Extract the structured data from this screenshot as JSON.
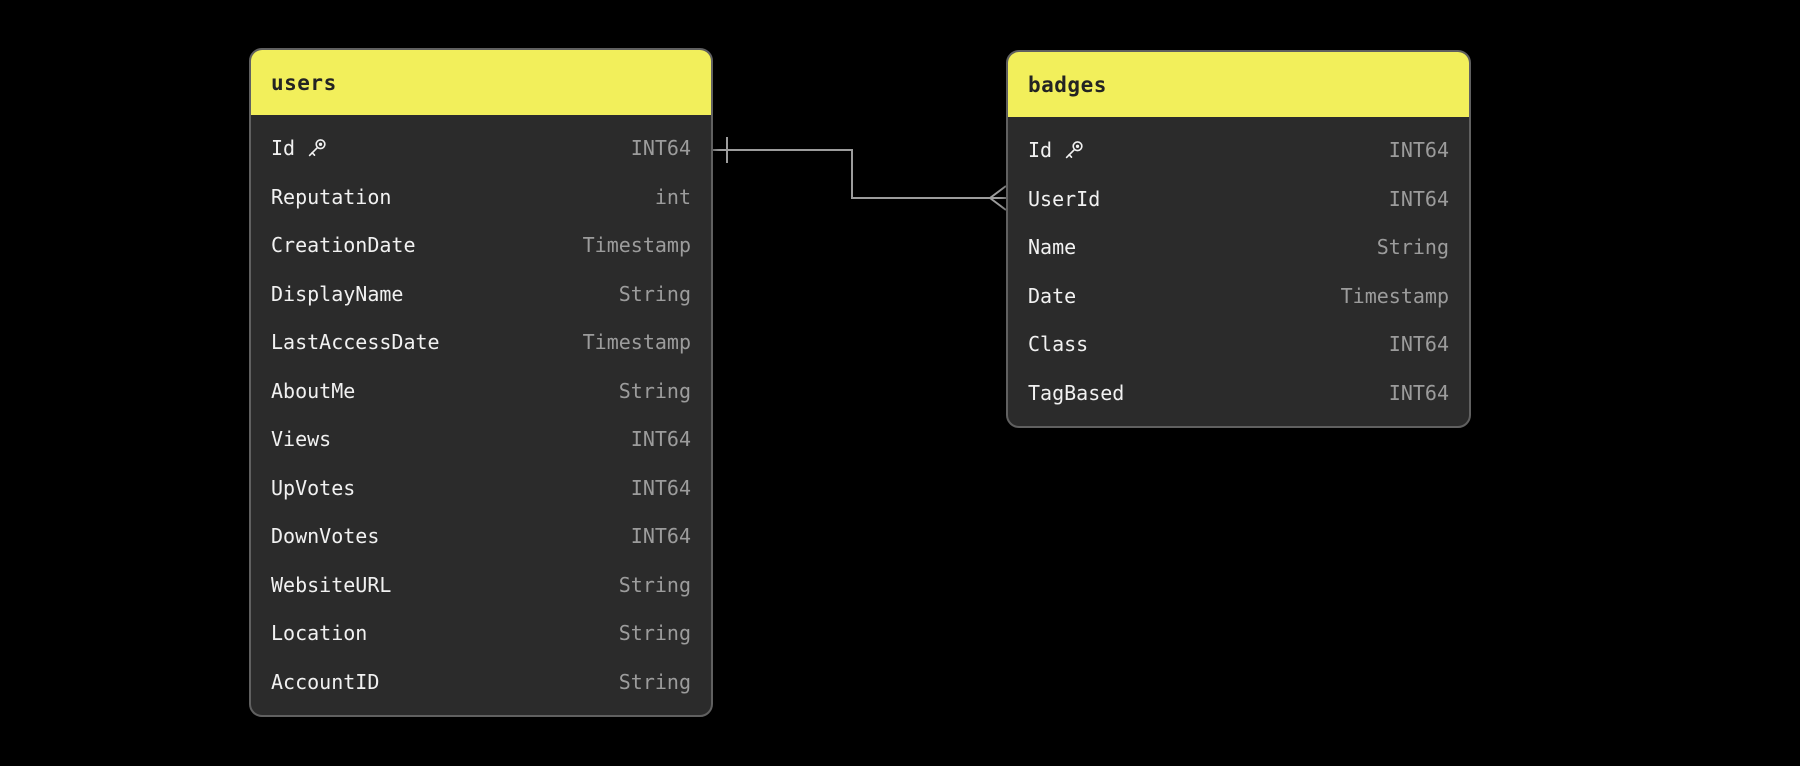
{
  "diagram": {
    "background_color": "#000000",
    "accent_color": "#f2ef5b",
    "table_body_color": "#2b2b2b",
    "line_color": "#9c9c9c",
    "tables": [
      {
        "name": "users",
        "fields": [
          {
            "name": "Id",
            "type": "INT64",
            "primary_key": true,
            "icon": "key-icon"
          },
          {
            "name": "Reputation",
            "type": "int",
            "primary_key": false
          },
          {
            "name": "CreationDate",
            "type": "Timestamp",
            "primary_key": false
          },
          {
            "name": "DisplayName",
            "type": "String",
            "primary_key": false
          },
          {
            "name": "LastAccessDate",
            "type": "Timestamp",
            "primary_key": false
          },
          {
            "name": "AboutMe",
            "type": "String",
            "primary_key": false
          },
          {
            "name": "Views",
            "type": "INT64",
            "primary_key": false
          },
          {
            "name": "UpVotes",
            "type": "INT64",
            "primary_key": false
          },
          {
            "name": "DownVotes",
            "type": "INT64",
            "primary_key": false
          },
          {
            "name": "WebsiteURL",
            "type": "String",
            "primary_key": false
          },
          {
            "name": "Location",
            "type": "String",
            "primary_key": false
          },
          {
            "name": "AccountID",
            "type": "String",
            "primary_key": false
          }
        ]
      },
      {
        "name": "badges",
        "fields": [
          {
            "name": "Id",
            "type": "INT64",
            "primary_key": true,
            "icon": "key-icon"
          },
          {
            "name": "UserId",
            "type": "INT64",
            "primary_key": false
          },
          {
            "name": "Name",
            "type": "String",
            "primary_key": false
          },
          {
            "name": "Date",
            "type": "Timestamp",
            "primary_key": false
          },
          {
            "name": "Class",
            "type": "INT64",
            "primary_key": false
          },
          {
            "name": "TagBased",
            "type": "INT64",
            "primary_key": false
          }
        ]
      }
    ],
    "relationships": [
      {
        "from_table": "users",
        "from_field": "Id",
        "to_table": "badges",
        "to_field": "UserId",
        "cardinality": "one-to-many",
        "from_marker": "one-tick",
        "to_marker": "crow-foot-many"
      }
    ]
  }
}
